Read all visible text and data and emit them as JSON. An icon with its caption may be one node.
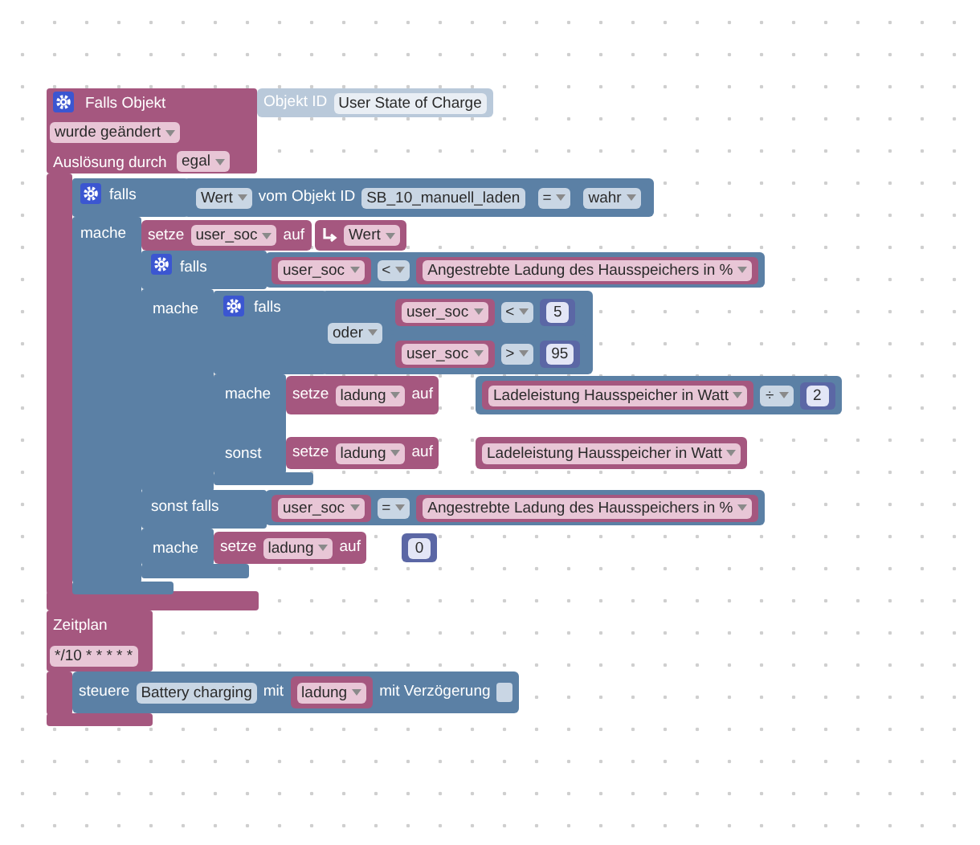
{
  "diagram": {
    "nodes": [
      {
        "text": [
          "Falls Objekt",
          "wurde geändert",
          "Auslösung durch",
          "egal"
        ]
      },
      {
        "text": [
          "Objekt ID",
          "User State of Charge"
        ]
      },
      {
        "text": [
          "falls",
          "mache"
        ],
        "in": 0
      },
      {
        "text": [
          "="
        ]
      },
      {
        "text": [
          "Wert",
          "vom Objekt ID",
          "SB_10_manuell_laden"
        ],
        "in": 3
      },
      {
        "text": [
          "wahr"
        ],
        "in": 3
      },
      {
        "text": [
          "setze",
          "user_soc",
          "auf"
        ]
      },
      {
        "text": [
          "Wert"
        ]
      },
      {
        "text": [
          "falls",
          "mache",
          "sonst falls",
          "mache"
        ]
      },
      {
        "text": [
          "<"
        ]
      },
      {
        "text": [
          "user_soc"
        ],
        "in": 9
      },
      {
        "text": [
          "Angestrebte Ladung des Hausspeichers in %"
        ],
        "in": 9
      },
      {
        "text": [
          "falls",
          "mache",
          "sonst"
        ]
      },
      {
        "text": [
          "oder"
        ]
      },
      {
        "text": [
          "<"
        ],
        "in": 13
      },
      {
        "text": [
          "user_soc"
        ],
        "in": 14
      },
      {
        "text": [
          "5"
        ],
        "in": 14
      },
      {
        "text": [
          ">"
        ],
        "in": 13
      },
      {
        "text": [
          "user_soc"
        ],
        "in": 17
      },
      {
        "text": [
          "95"
        ],
        "in": 17
      },
      {
        "text": [
          "setze",
          "ladung",
          "auf"
        ]
      },
      {
        "text": [
          "÷"
        ]
      },
      {
        "text": [
          "Ladeleistung Hausspeicher in Watt"
        ],
        "in": 21
      },
      {
        "text": [
          "2"
        ],
        "in": 21
      },
      {
        "text": [
          "setze",
          "ladung",
          "auf"
        ]
      },
      {
        "text": [
          "Ladeleistung Hausspeicher in Watt"
        ]
      },
      {
        "text": [
          "="
        ]
      },
      {
        "text": [
          "user_soc"
        ],
        "in": 26
      },
      {
        "text": [
          "Angestrebte Ladung des Hausspeichers in %"
        ],
        "in": 26
      },
      {
        "text": [
          "setze",
          "ladung",
          "auf"
        ]
      },
      {
        "text": [
          "0"
        ]
      },
      {
        "text": [
          "Zeitplan",
          "*/10 * * * * *"
        ]
      },
      {
        "text": [
          "steuere",
          "Battery charging",
          "mit",
          "mit Verzögerung"
        ]
      },
      {
        "text": [
          "ladung"
        ],
        "in": 32
      }
    ]
  }
}
